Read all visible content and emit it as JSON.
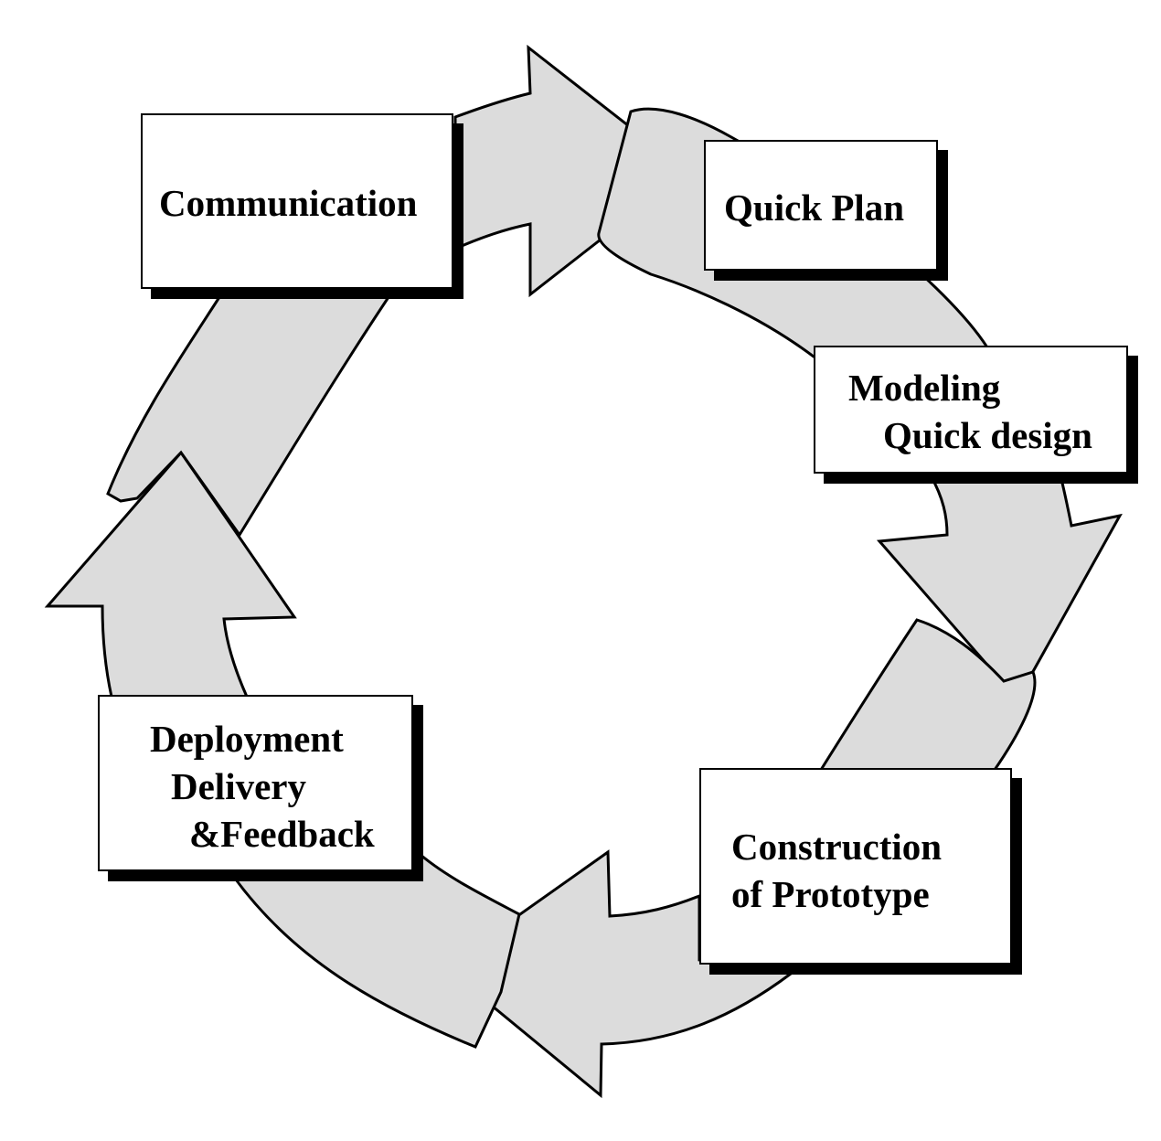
{
  "colors": {
    "arrow_fill": "#dcdcdc",
    "outline": "#000000",
    "box_fill": "#ffffff",
    "box_shadow": "#000000"
  },
  "stages": {
    "communication": {
      "line1": "Communication"
    },
    "quick_plan": {
      "line1": "Quick Plan"
    },
    "modeling": {
      "line1": "Modeling",
      "line2": "Quick design"
    },
    "construction": {
      "line1": "Construction",
      "line2": "of Prototype"
    },
    "deployment": {
      "line1": "Deployment",
      "line2": "Delivery",
      "line3": "&Feedback"
    }
  }
}
